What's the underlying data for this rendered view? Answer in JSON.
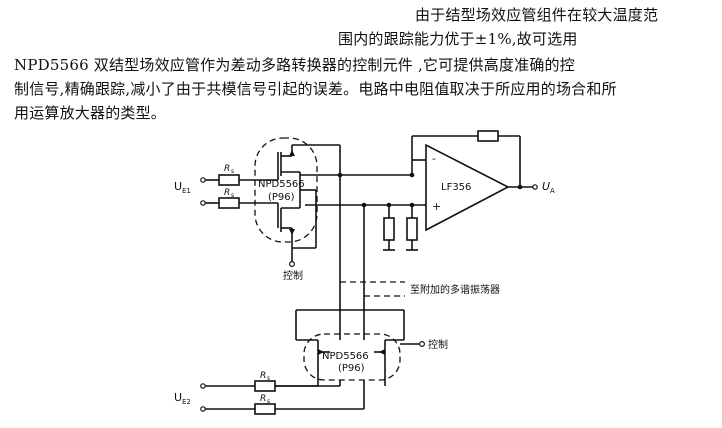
{
  "text": {
    "line1": "由于结型场效应管组件在较大温度范",
    "line2": "围内的跟踪能力优于±1%,故可选用",
    "line3": "NPD5566 双结型场效应管作为差动多路转换器的控制元件 ,它可提供高度准确的控",
    "line4": "制信号,精确跟踪,减小了由于共模信号引起的误差。电路中电阻值取决于所应用的场合和所",
    "line5": "用运算放大器的类型。"
  },
  "circuit": {
    "top_input_label": "U",
    "top_input_sub": "E1",
    "bottom_input_label": "U",
    "bottom_input_sub": "E2",
    "resistor_label": "R",
    "resistor_sub": "s",
    "top_part_number": "NPD5566",
    "top_package": "(P96)",
    "bottom_part_number": "NPD5566",
    "bottom_package": "(P96)",
    "opamp_label": "LF356",
    "minus_sign": "-",
    "plus_sign": "+",
    "output_label": "U",
    "output_sub": "A",
    "control_label_top": "控制",
    "control_label_bottom": "控制",
    "multivibrator_label": "至附加的多谐振荡器"
  }
}
